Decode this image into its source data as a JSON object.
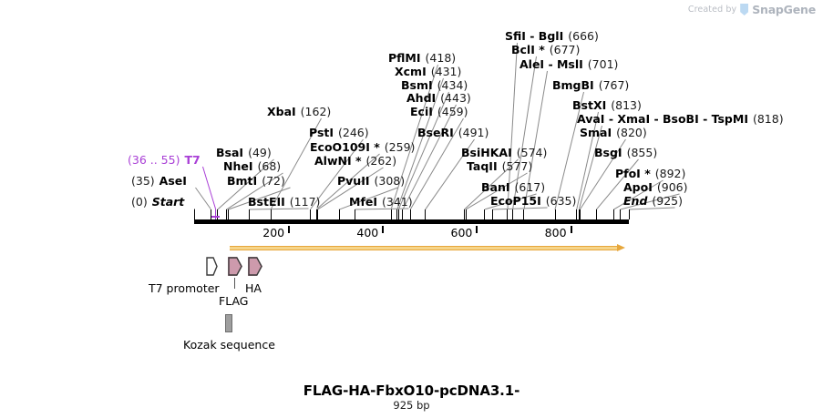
{
  "watermark": {
    "prefix": "Created by",
    "brand": "SnapGene",
    "logo_icon": "snapgene-shield-icon"
  },
  "plasmid": {
    "title": "FLAG-HA-FbxO10-pcDNA3.1-",
    "length_label": "925 bp",
    "length_bp": 925,
    "sequence_start": 0,
    "sequence_end": 925
  },
  "ruler": {
    "ticks": [
      "200",
      "400",
      "600",
      "800"
    ],
    "tick_values": [
      200,
      400,
      600,
      800
    ]
  },
  "enzyme_labels": [
    {
      "id": "start",
      "name": "Start",
      "pos": "(0)",
      "site": 0,
      "style": "italic-bold",
      "pos_first": true
    },
    {
      "id": "asei",
      "name": "AseI",
      "pos": "(35)",
      "site": 35,
      "pos_first": true
    },
    {
      "id": "t7",
      "name": "T7",
      "pos": "(36 .. 55)",
      "site": 45,
      "color": "#a93fd6",
      "pos_first": true
    },
    {
      "id": "bsai",
      "name": "BsaI",
      "pos": "(49)",
      "site": 49
    },
    {
      "id": "nhei",
      "name": "NheI",
      "pos": "(68)",
      "site": 68
    },
    {
      "id": "bmti",
      "name": "BmtI",
      "pos": "(72)",
      "site": 72
    },
    {
      "id": "bsteii",
      "name": "BstEII",
      "pos": "(117)",
      "site": 117
    },
    {
      "id": "xbai",
      "name": "XbaI",
      "pos": "(162)",
      "site": 162
    },
    {
      "id": "psti",
      "name": "PstI",
      "pos": "(246)",
      "site": 246
    },
    {
      "id": "ecoo109i",
      "name": "EcoO109I *",
      "pos": "(259)",
      "site": 259
    },
    {
      "id": "alwni",
      "name": "AlwNI *",
      "pos": "(262)",
      "site": 262
    },
    {
      "id": "pvuii",
      "name": "PvuII",
      "pos": "(308)",
      "site": 308
    },
    {
      "id": "mfei",
      "name": "MfeI",
      "pos": "(341)",
      "site": 341
    },
    {
      "id": "pflmi",
      "name": "PflMI",
      "pos": "(418)",
      "site": 418
    },
    {
      "id": "xcmi",
      "name": "XcmI",
      "pos": "(431)",
      "site": 431
    },
    {
      "id": "bsmi",
      "name": "BsmI",
      "pos": "(434)",
      "site": 434
    },
    {
      "id": "ahdi",
      "name": "AhdI",
      "pos": "(443)",
      "site": 443
    },
    {
      "id": "ecii",
      "name": "EciI",
      "pos": "(459)",
      "site": 459
    },
    {
      "id": "bseri",
      "name": "BseRI",
      "pos": "(491)",
      "site": 491
    },
    {
      "id": "bsihkai",
      "name": "BsiHKAI",
      "pos": "(574)",
      "site": 574
    },
    {
      "id": "taqii",
      "name": "TaqII",
      "pos": "(577)",
      "site": 577
    },
    {
      "id": "bani",
      "name": "BanI",
      "pos": "(617)",
      "site": 617
    },
    {
      "id": "ecop15i",
      "name": "EcoP15I",
      "pos": "(635)",
      "site": 635
    },
    {
      "id": "sfii_bgli",
      "name": "SfiI - BglI",
      "pos": "(666)",
      "site": 666
    },
    {
      "id": "bcli",
      "name": "BclI *",
      "pos": "(677)",
      "site": 677
    },
    {
      "id": "alei_msli",
      "name": "AleI - MslI",
      "pos": "(701)",
      "site": 701
    },
    {
      "id": "bmgbi",
      "name": "BmgBI",
      "pos": "(767)",
      "site": 767
    },
    {
      "id": "bstxi",
      "name": "BstXI",
      "pos": "(813)",
      "site": 813
    },
    {
      "id": "avai_grp",
      "name": "AvaI - XmaI - BsoBI - TspMI",
      "pos": "(818)",
      "site": 818
    },
    {
      "id": "smai",
      "name": "SmaI",
      "pos": "(820)",
      "site": 820
    },
    {
      "id": "bsgi",
      "name": "BsgI",
      "pos": "(855)",
      "site": 855
    },
    {
      "id": "pfoi",
      "name": "PfoI *",
      "pos": "(892)",
      "site": 892
    },
    {
      "id": "apoi",
      "name": "ApoI",
      "pos": "(906)",
      "site": 906
    },
    {
      "id": "end",
      "name": "End",
      "pos": "(925)",
      "site": 925,
      "style": "italic-bold"
    }
  ],
  "features": [
    {
      "id": "t7_promoter",
      "label": "T7 promoter",
      "color": "#ffffff",
      "shape": "arrow-right"
    },
    {
      "id": "flag",
      "label": "FLAG",
      "color": "#cd9aac",
      "shape": "arrow-right"
    },
    {
      "id": "ha",
      "label": "HA",
      "color": "#cd9aac",
      "shape": "arrow-right"
    },
    {
      "id": "kozak",
      "label": "Kozak sequence",
      "color": "#9e9e9e",
      "shape": "box"
    }
  ],
  "orf": {
    "color": "#e7a73c",
    "direction": "right"
  },
  "colors": {
    "backbone": "#000000",
    "leader": "#8a8a8a",
    "t7_purple": "#a93fd6",
    "feature_pink": "#cd9aac",
    "orf_orange": "#e7a73c",
    "kozak_gray": "#9e9e9e"
  }
}
